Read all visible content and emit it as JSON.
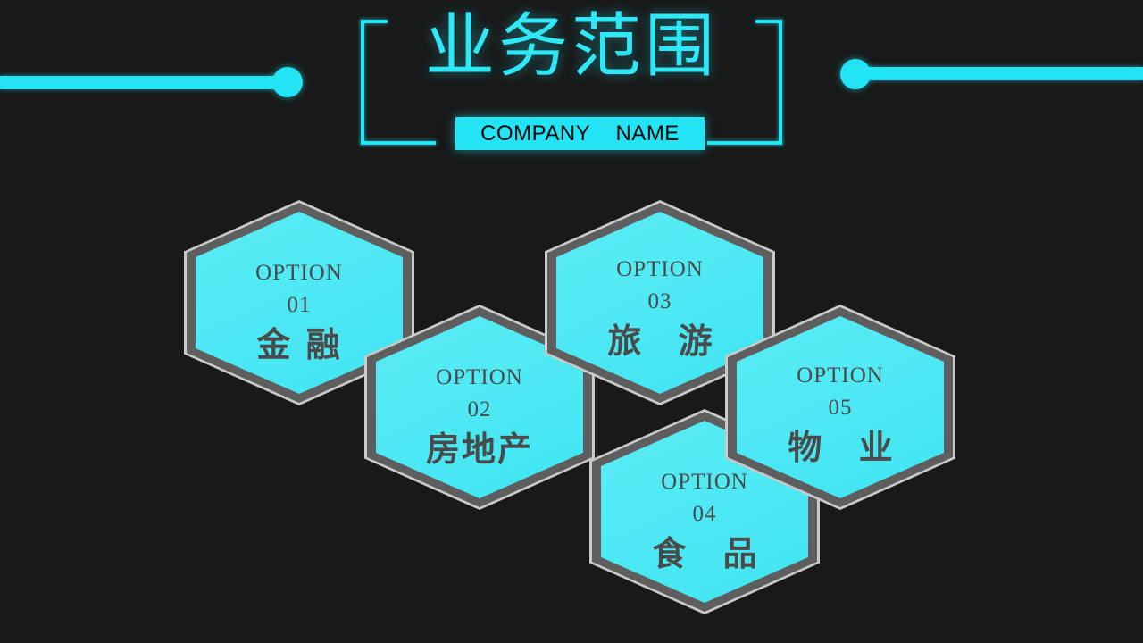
{
  "slide": {
    "background_color": "#191919",
    "accent_color": "#22E4F4",
    "title": "业务范围",
    "company_name": "COMPANY    NAME"
  },
  "decor": {
    "line_left_name": "decorative-line-left",
    "line_right_name": "decorative-line-right",
    "bracket_left_name": "bracket-left",
    "bracket_right_name": "bracket-right"
  },
  "hexagons": [
    {
      "option_label": "OPTION",
      "number": "01",
      "title": "金 融",
      "fill_color": "#4FE9F4",
      "text_color": "#4A4A4A"
    },
    {
      "option_label": "OPTION",
      "number": "02",
      "title": "房地产",
      "fill_color": "#4FE9F4",
      "text_color": "#4A4A4A"
    },
    {
      "option_label": "OPTION",
      "number": "03",
      "title": "旅 游",
      "fill_color": "#4FE9F4",
      "text_color": "#4A4A4A"
    },
    {
      "option_label": "OPTION",
      "number": "04",
      "title": "食 品",
      "fill_color": "#4FE9F4",
      "text_color": "#4A4A4A"
    },
    {
      "option_label": "OPTION",
      "number": "05",
      "title": "物 业",
      "fill_color": "#4FE9F4",
      "text_color": "#4A4A4A"
    }
  ]
}
